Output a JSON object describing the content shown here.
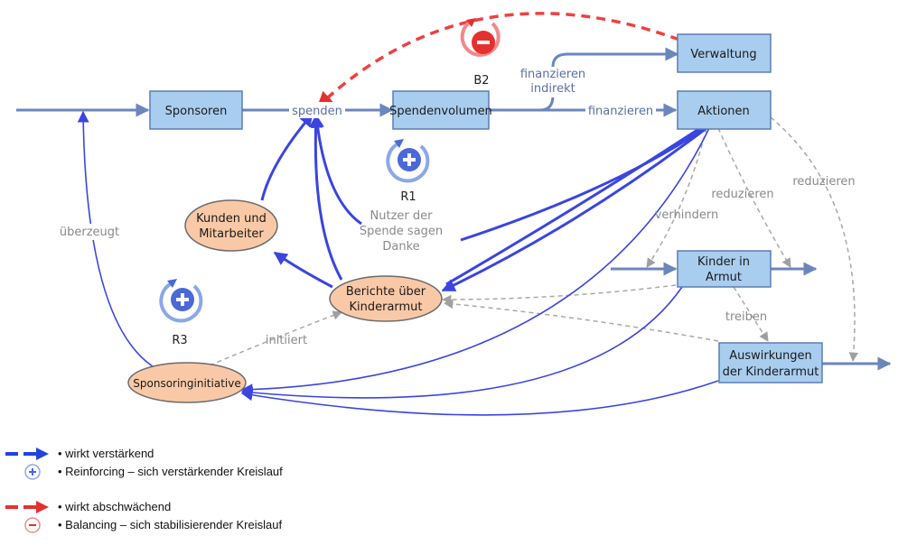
{
  "nodes": {
    "sponsoren": "Sponsoren",
    "spendenvolumen": "Spendenvolumen",
    "verwaltung": "Verwaltung",
    "aktionen": "Aktionen",
    "kinder_line1": "Kinder in",
    "kinder_line2": "Armut",
    "auswirkungen_line1": "Auswirkungen",
    "auswirkungen_line2": "der Kinderarmut",
    "kunden_line1": "Kunden und",
    "kunden_line2": "Mitarbeiter",
    "berichte_line1": "Berichte über",
    "berichte_line2": "Kinderarmut",
    "sponsoring": "Sponsoringinitiative"
  },
  "labels": {
    "spenden": "spenden",
    "finanzieren_indirekt_1": "finanzieren",
    "finanzieren_indirekt_2": "indirekt",
    "finanzieren": "finanzieren",
    "ueberzeugt": "überzeugt",
    "nutzer_1": "Nutzer der",
    "nutzer_2": "Spende sagen",
    "nutzer_3": "Danke",
    "verhindern": "verhindern",
    "reduzieren_1": "reduzieren",
    "reduzieren_2": "reduzieren",
    "treiben": "treiben",
    "initiiert": "initiiert"
  },
  "loops": {
    "b2": "B2",
    "r1": "R1",
    "r3": "R3"
  },
  "legend": {
    "item1": "• wirkt verstärkend",
    "item2": "• Reinforcing – sich verstärkender Kreislauf",
    "item3": "• wirkt abschwächend",
    "item4": "• Balancing – sich stabilisierender Kreislauf"
  },
  "colors": {
    "reinforcing": "#2244dd",
    "balancing": "#e53030",
    "node_rect": "#a9cdef",
    "node_ellipse": "#f9c9a7"
  }
}
